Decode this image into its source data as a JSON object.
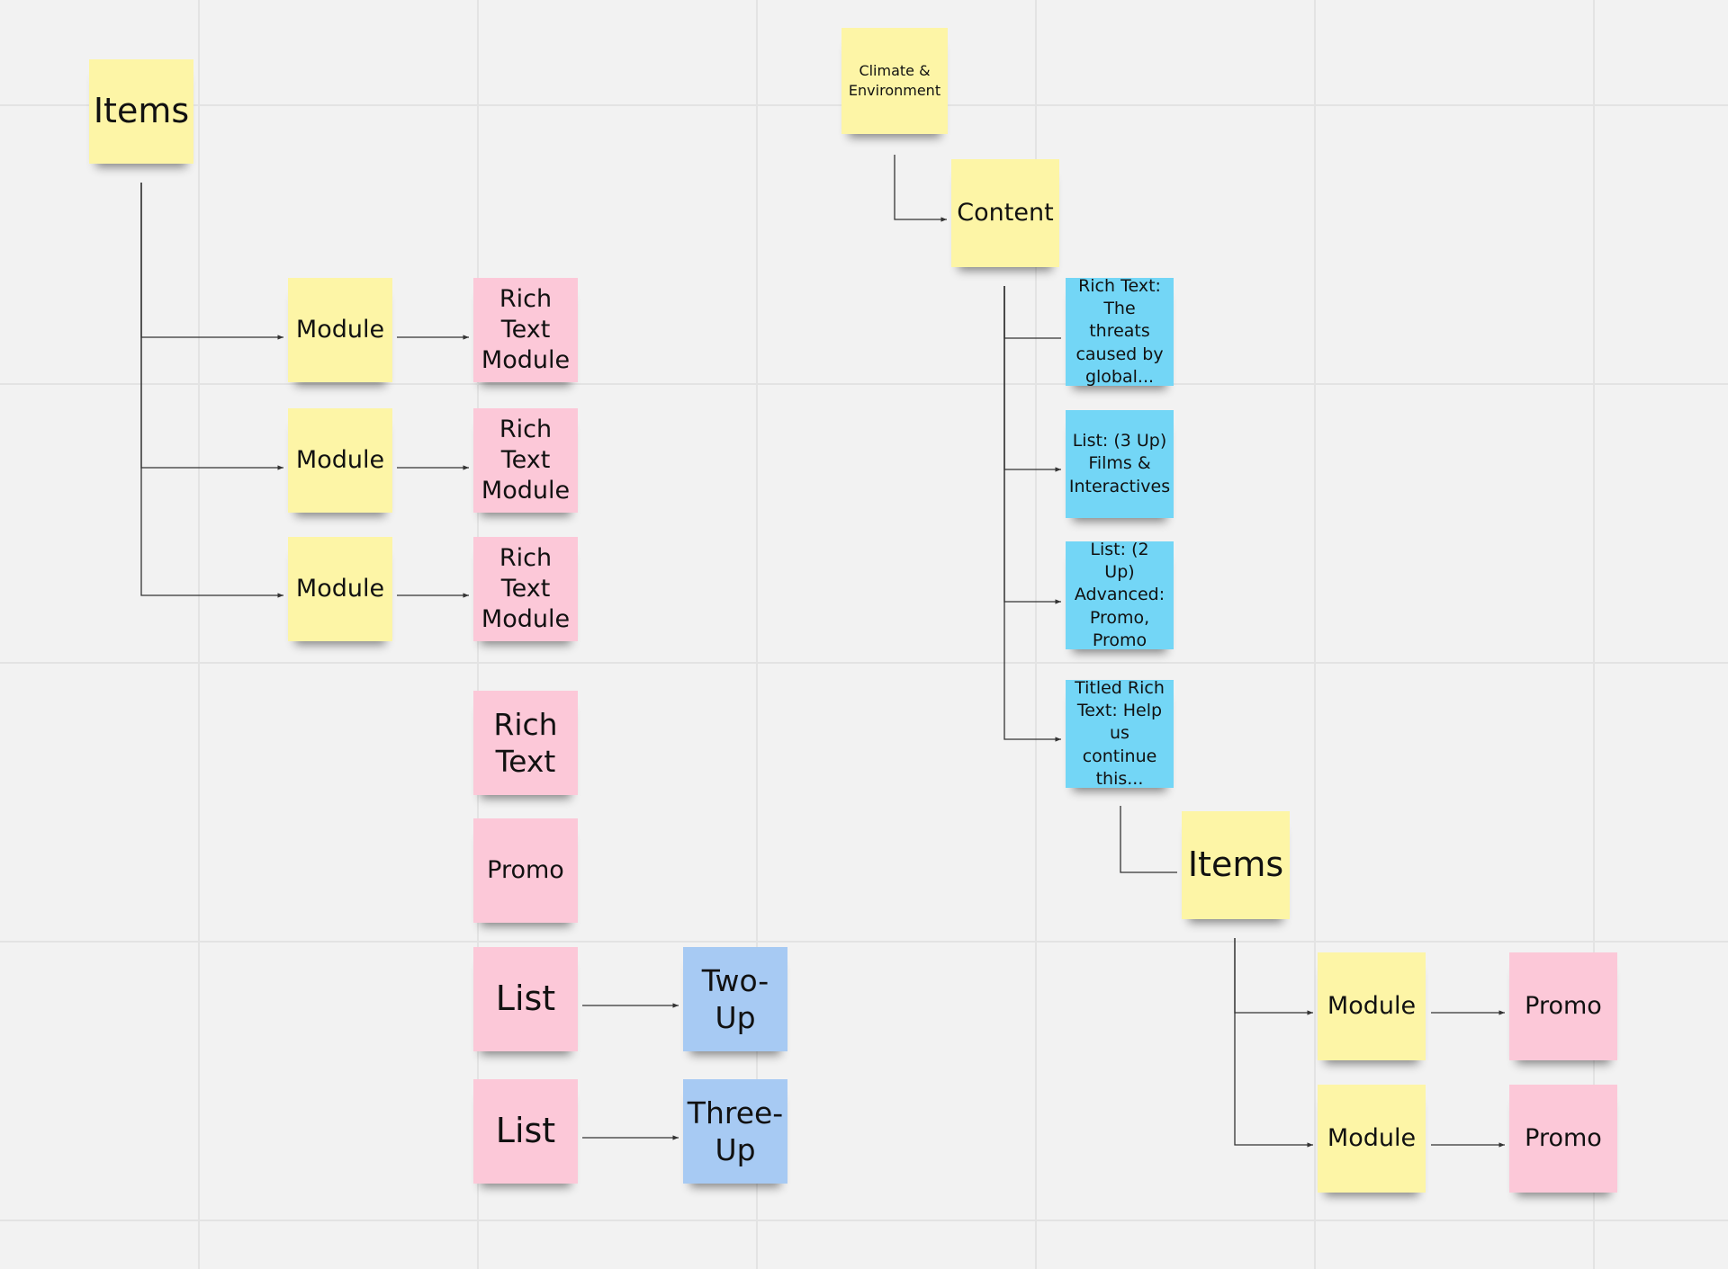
{
  "notes": [
    {
      "id": "items-left",
      "text": "Items",
      "color": "#fdf5a6"
    },
    {
      "id": "module-1",
      "text": "Module",
      "color": "#fdf5a6"
    },
    {
      "id": "module-2",
      "text": "Module",
      "color": "#fdf5a6"
    },
    {
      "id": "module-3",
      "text": "Module",
      "color": "#fdf5a6"
    },
    {
      "id": "rich-text-module-1",
      "text": "Rich Text Module",
      "color": "#fcc8d8"
    },
    {
      "id": "rich-text-module-2",
      "text": "Rich Text Module",
      "color": "#fcc8d8"
    },
    {
      "id": "rich-text-module-3",
      "text": "Rich Text Module",
      "color": "#fcc8d8"
    },
    {
      "id": "rich-text",
      "text": "Rich Text",
      "color": "#fcc8d8"
    },
    {
      "id": "promo-left",
      "text": "Promo",
      "color": "#fcc8d8"
    },
    {
      "id": "list-1",
      "text": "List",
      "color": "#fcc8d8"
    },
    {
      "id": "list-2",
      "text": "List",
      "color": "#fcc8d8"
    },
    {
      "id": "two-up",
      "text": "Two-Up",
      "color": "#a7caf3"
    },
    {
      "id": "three-up",
      "text": "Three-Up",
      "color": "#a7caf3"
    },
    {
      "id": "climate",
      "text": "Climate & Environment",
      "color": "#fdf5a6"
    },
    {
      "id": "content",
      "text": "Content",
      "color": "#fdf5a6"
    },
    {
      "id": "rich-text-threats",
      "text": "Rich Text: The threats caused by global...",
      "color": "#73d6f6"
    },
    {
      "id": "list-3up",
      "text": "List: (3 Up) Films & Interactives",
      "color": "#73d6f6"
    },
    {
      "id": "list-2up",
      "text": "List: (2 Up) Advanced: Promo, Promo",
      "color": "#73d6f6"
    },
    {
      "id": "titled-rich-text",
      "text": "Titled Rich Text: Help us continue this...",
      "color": "#73d6f6"
    },
    {
      "id": "items-right",
      "text": "Items",
      "color": "#fdf5a6"
    },
    {
      "id": "module-4",
      "text": "Module",
      "color": "#fdf5a6"
    },
    {
      "id": "module-5",
      "text": "Module",
      "color": "#fdf5a6"
    },
    {
      "id": "promo-right-1",
      "text": "Promo",
      "color": "#fcc8d8"
    },
    {
      "id": "promo-right-2",
      "text": "Promo",
      "color": "#fcc8d8"
    }
  ],
  "connectors": [
    {
      "from": "items-left",
      "to": "module-1"
    },
    {
      "from": "items-left",
      "to": "module-2"
    },
    {
      "from": "items-left",
      "to": "module-3"
    },
    {
      "from": "module-1",
      "to": "rich-text-module-1"
    },
    {
      "from": "module-2",
      "to": "rich-text-module-2"
    },
    {
      "from": "module-3",
      "to": "rich-text-module-3"
    },
    {
      "from": "list-1",
      "to": "two-up"
    },
    {
      "from": "list-2",
      "to": "three-up"
    },
    {
      "from": "climate",
      "to": "content"
    },
    {
      "from": "content",
      "to": "rich-text-threats"
    },
    {
      "from": "content",
      "to": "list-3up"
    },
    {
      "from": "content",
      "to": "list-2up"
    },
    {
      "from": "content",
      "to": "titled-rich-text"
    },
    {
      "from": "titled-rich-text",
      "to": "items-right"
    },
    {
      "from": "items-right",
      "to": "module-4"
    },
    {
      "from": "items-right",
      "to": "module-5"
    },
    {
      "from": "module-4",
      "to": "promo-right-1"
    },
    {
      "from": "module-5",
      "to": "promo-right-2"
    }
  ],
  "colors": {
    "connector": "#333333",
    "grid": "#e3e3e3",
    "background": "#f2f2f2"
  }
}
